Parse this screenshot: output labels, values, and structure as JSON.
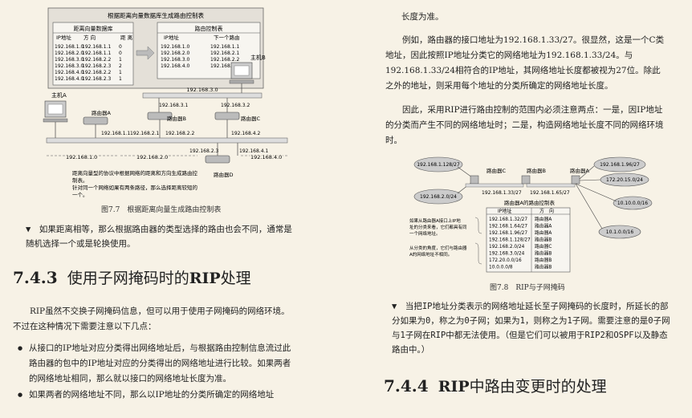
{
  "left": {
    "figure77": {
      "top_banner": "根据距离向量数据库生成路由控制表",
      "db_title": "距离向量数据库",
      "db_headers": [
        "IP地址",
        "方 向",
        "距 离"
      ],
      "db_rows": [
        [
          "192.168.1.0",
          "192.168.1.1",
          "0"
        ],
        [
          "192.168.2.0",
          "192.168.1.1",
          "0"
        ],
        [
          "192.168.3.0",
          "192.168.2.2",
          "1"
        ],
        [
          "192.168.3.0",
          "192.168.2.3",
          "2"
        ],
        [
          "192.168.4.0",
          "192.168.2.2",
          "1"
        ],
        [
          "192.168.4.0",
          "192.168.2.3",
          "1"
        ]
      ],
      "rt_title": "路由控制表",
      "rt_headers": [
        "IP地址",
        "下一个路由"
      ],
      "rt_rows": [
        [
          "192.168.1.0",
          "192.168.1.1"
        ],
        [
          "192.168.2.0",
          "192.168.2.1"
        ],
        [
          "192.168.3.0",
          "192.168.2.2"
        ],
        [
          "192.168.4.0",
          "192.168.2.3"
        ]
      ],
      "host_a": "主机A",
      "host_b": "主机B",
      "router_a": "路由器A",
      "router_b": "路由器B",
      "router_c": "路由器C",
      "router_d": "路由器D",
      "addr_3_0": "192.168.3.0",
      "addr_3_1": "192.168.3.1",
      "addr_3_2": "192.168.3.2",
      "addr_1_1": "192.168.1.1",
      "addr_2_1": "192.168.2.1",
      "addr_2_2": "192.168.2.2",
      "addr_2_3": "192.168.2.3",
      "addr_4_2": "192.168.4.2",
      "addr_4_1": "192.168.4.1",
      "net_1": "192.168.1.0",
      "net_2": "192.168.2.0",
      "net_4": "192.168.4.0",
      "note1": "距离向量型的协议中根据网络的距离和方向生成路由控",
      "note2": "制表。",
      "note3": "针对同一个网络如果有两条路径，那么选择距离较短的",
      "note4": "一个。"
    },
    "caption77": "图7.7　根据距离向量生成路由控制表",
    "note": "▼　如果距离相等，那么根据路由器的类型选择的路由也会不同，通常是随机选择一个或是轮换使用。",
    "section": {
      "num": "7.4.3",
      "title_pre": "使用子网掩码时的",
      "title_bold": "RIP",
      "title_post": "处理"
    },
    "para": "RIP虽然不交换子网掩码信息，但可以用于使用子网掩码的网络环境。不过在这种情况下需要注意以下几点：",
    "bullets": [
      "从接口的IP地址对应分类得出网络地址后，与根据路由控制信息流过此路由器的包中的IP地址对应的分类得出的网络地址进行比较。如果两者的网络地址相同，那么就以接口的网络地址长度为准。",
      "如果两者的网络地址不同，那么以IP地址的分类所确定的网络地址"
    ]
  },
  "right": {
    "para_top": "长度为准。",
    "para1": "例如，路由器的接口地址为192.168.1.33/27。很显然，这是一个C类地址，因此按照IP地址分类它的网络地址为192.168.1.33/24。与192.168.1.33/24相符合的IP地址，其网络地址长度都被视为27位。除此之外的地址，则采用每个地址的分类所确定的网络地址长度。",
    "para2": "因此，采用RIP进行路由控制的范围内必须注意两点：一是，因IP地址的分类而产生不同的网络地址时；二是，构造网络地址长度不同的网络环境时。",
    "figure78": {
      "cloud1": "192.168.1.128/27",
      "cloud2": "192.168.2.0/24",
      "cloud3": "192.168.1.96/27",
      "cloud4": "172.20.15.0/24",
      "cloud5": "10.10.0.0/16",
      "cloud6": "10.1.0.0/16",
      "router_c": "路由器C",
      "router_b": "路由器B",
      "router_a": "路由器A",
      "link1": "192.168.1.33/27",
      "link2": "192.168.1.65/27",
      "table_title": "路由器A的路由控制表",
      "table_headers": [
        "IP地址",
        "方　向"
      ],
      "table_rows": [
        [
          "192.168.1.32/27",
          "路由器A"
        ],
        [
          "192.168.1.64/27",
          "路由器A"
        ],
        [
          "192.168.1.96/27",
          "路由器A"
        ],
        [
          "192.168.1.128/27",
          "路由器B"
        ],
        [
          "192.168.2.0/24",
          "路由器C"
        ],
        [
          "192.168.3.0/24",
          "路由器B"
        ],
        [
          "172.20.0.0/16",
          "路由器B"
        ],
        [
          "10.0.0.0/8",
          "路由器B"
        ]
      ],
      "ann1": "如果从路由器A接口上IP地址的分类来看，它们都具有同一个网络地址。",
      "ann2": "从分类的角度，它们与路由器A的网络地址不相同。"
    },
    "caption78": "图7.8　RIP与子网掩码",
    "note": "▼　当把IP地址分类表示的网络地址延长至子网掩码的长度时，所延长的部分如果为0，称之为0子网；如果为1，则称之为1子网。需要注意的是0子网与1子网在RIP中都无法使用。（但是它们可以被用于RIP2和OSPF以及静态路由中。）",
    "section": {
      "num": "7.4.4",
      "title_pre": "",
      "title_bold": "RIP",
      "title_post": "中路由变更时的处理"
    }
  }
}
